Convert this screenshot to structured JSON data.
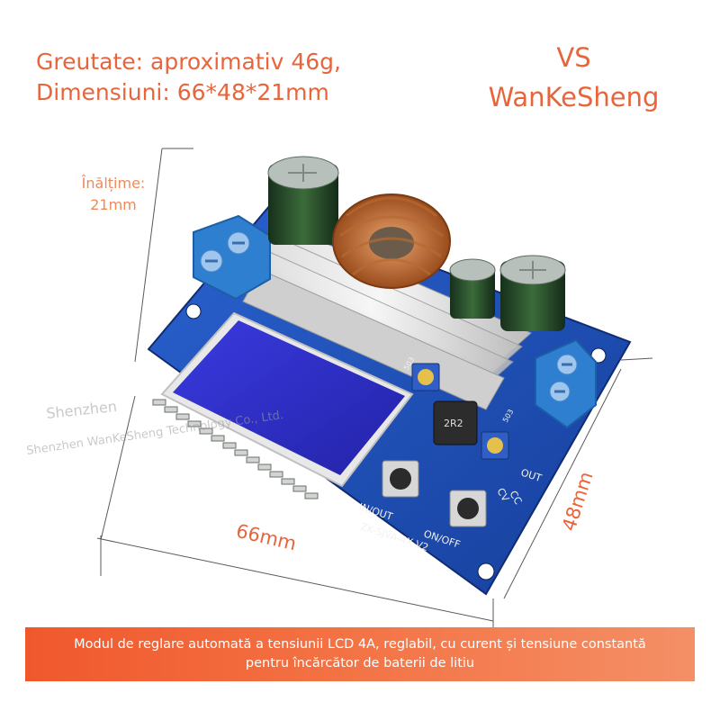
{
  "header": {
    "weight": "Greutate: aproximativ 46g,",
    "dimensions": "Dimensiuni: 66*48*21mm",
    "brand_vs": "VS",
    "brand_name": "WanKeSheng"
  },
  "annotations": {
    "height_label": "Înălțime:",
    "height_value": "21mm",
    "length": "66mm",
    "width": "48mm"
  },
  "board_markings": {
    "in_out": "IN/OUT",
    "on_off": "ON/OFF",
    "model": "ZK-SJVA-4X V2",
    "out": "OUT",
    "cc": "CC",
    "cv": "CV",
    "inductor": "2R2",
    "pot1": "503",
    "pot2": "503"
  },
  "watermark": {
    "line1": "Shenzhen",
    "line2": "Shenzhen WanKeSheng Technology Co., Ltd."
  },
  "footer": {
    "description": "Modul de reglare automată a tensiunii LCD 4A, reglabil, cu curent și tensiune constantă pentru încărcător de baterii de litiu"
  },
  "colors": {
    "accent": "#e8653c",
    "pcb_blue": "#1e4fb4",
    "lcd_blue": "#2f2fd0",
    "banner": "#f26438"
  }
}
